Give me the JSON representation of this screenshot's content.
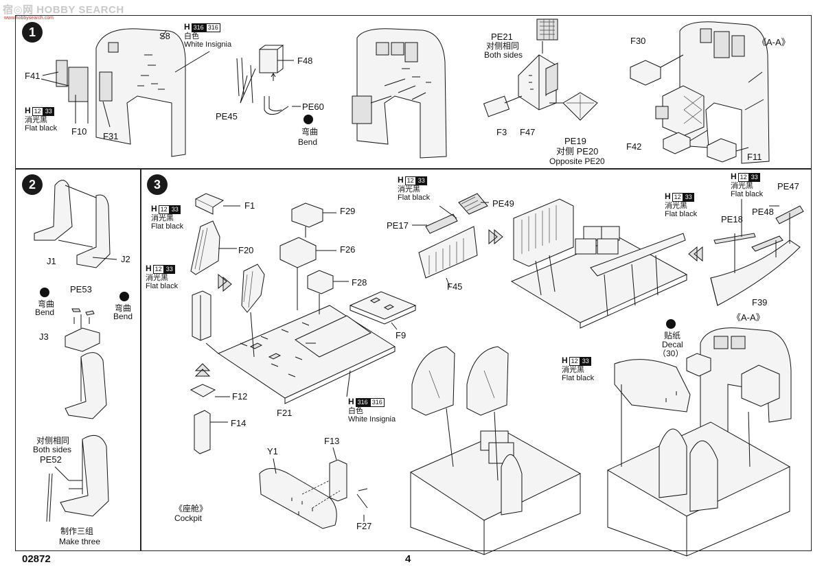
{
  "header": {
    "watermark": "HOBBY SEARCH",
    "watermark_zh": "宿◎网",
    "watermark_url": "www.hobbysearch.com"
  },
  "footer": {
    "kit_number": "02872",
    "page_number": "4"
  },
  "steps": [
    {
      "number": "1"
    },
    {
      "number": "2"
    },
    {
      "number": "3"
    }
  ],
  "step1": {
    "labels": {
      "s8": "S8",
      "f41": "F41",
      "f10": "F10",
      "f31": "F31",
      "f48": "F48",
      "pe45": "PE45",
      "pe60": "PE60",
      "pe21": "PE21",
      "f3": "F3",
      "f47": "F47",
      "pe19": "PE19",
      "opp_pe20_zh": "对侧 PE20",
      "opp_pe20_en": "Opposite PE20",
      "f30": "F30",
      "f42": "F42",
      "f11": "F11",
      "aa": "《A-A》",
      "both_sides_zh": "对侧相同",
      "both_sides_en": "Both sides",
      "bend_zh": "弯曲",
      "bend_en": "Bend"
    },
    "paint_white": {
      "h": "H",
      "code1": "316",
      "code2": "316",
      "zh": "白色",
      "en": "White Insignia"
    },
    "paint_black": {
      "h": "H",
      "code1": "12",
      "code2": "33",
      "zh": "消光黑",
      "en": "Flat black"
    }
  },
  "step2": {
    "labels": {
      "j1": "J1",
      "j2": "J2",
      "pe53": "PE53",
      "j3": "J3",
      "pe52": "PE52",
      "bend_zh": "弯曲",
      "bend_en": "Bend",
      "both_sides_zh": "对侧相同",
      "both_sides_en": "Both sides",
      "make_three_zh": "制作三组",
      "make_three_en": "Make three"
    }
  },
  "step3": {
    "labels": {
      "f1": "F1",
      "f20": "F20",
      "f12": "F12",
      "f14": "F14",
      "f29": "F29",
      "f26": "F26",
      "f28": "F28",
      "f9": "F9",
      "f21": "F21",
      "pe17": "PE17",
      "pe49": "PE49",
      "f45": "F45",
      "pe18": "PE18",
      "pe48": "PE48",
      "pe47": "PE47",
      "f39": "F39",
      "y1": "Y1",
      "f13": "F13",
      "f27": "F27",
      "aa": "《A-A》",
      "decal_zh": "贴纸",
      "decal_en": "Decal",
      "decal_num": "（30）",
      "cockpit_zh": "《座舱》",
      "cockpit_en": "Cockpit"
    },
    "paint_white": {
      "h": "H",
      "code1": "316",
      "code2": "316",
      "zh": "白色",
      "en": "White Insignia"
    },
    "paint_black": {
      "h": "H",
      "code1": "12",
      "code2": "33",
      "zh": "消光黑",
      "en": "Flat black"
    }
  }
}
